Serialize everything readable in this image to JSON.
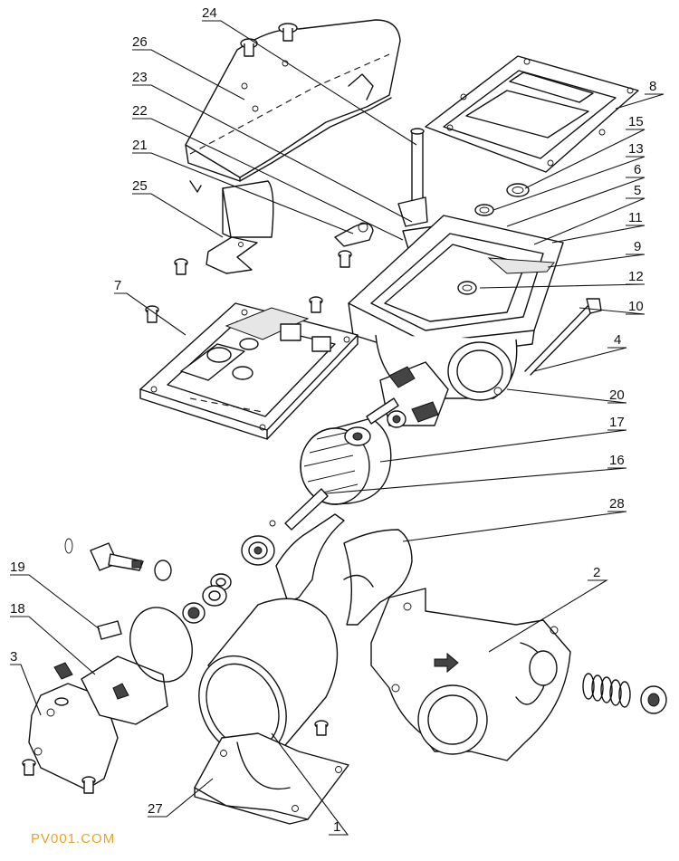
{
  "callouts": [
    {
      "id": "24",
      "text": "24"
    },
    {
      "id": "26",
      "text": "26"
    },
    {
      "id": "23",
      "text": "23"
    },
    {
      "id": "22",
      "text": "22"
    },
    {
      "id": "21",
      "text": "21"
    },
    {
      "id": "25",
      "text": "25"
    },
    {
      "id": "7",
      "text": "7"
    },
    {
      "id": "8",
      "text": "8"
    },
    {
      "id": "15",
      "text": "15"
    },
    {
      "id": "13",
      "text": "13"
    },
    {
      "id": "6",
      "text": "6"
    },
    {
      "id": "5",
      "text": "5"
    },
    {
      "id": "11",
      "text": "11"
    },
    {
      "id": "9",
      "text": "9"
    },
    {
      "id": "12",
      "text": "12"
    },
    {
      "id": "10",
      "text": "10"
    },
    {
      "id": "4",
      "text": "4"
    },
    {
      "id": "20",
      "text": "20"
    },
    {
      "id": "17",
      "text": "17"
    },
    {
      "id": "16",
      "text": "16"
    },
    {
      "id": "28",
      "text": "28"
    },
    {
      "id": "2",
      "text": "2"
    },
    {
      "id": "19",
      "text": "19"
    },
    {
      "id": "18",
      "text": "18"
    },
    {
      "id": "3",
      "text": "3"
    },
    {
      "id": "27",
      "text": "27"
    },
    {
      "id": "1",
      "text": "1"
    }
  ],
  "watermark": "PV001.COM"
}
